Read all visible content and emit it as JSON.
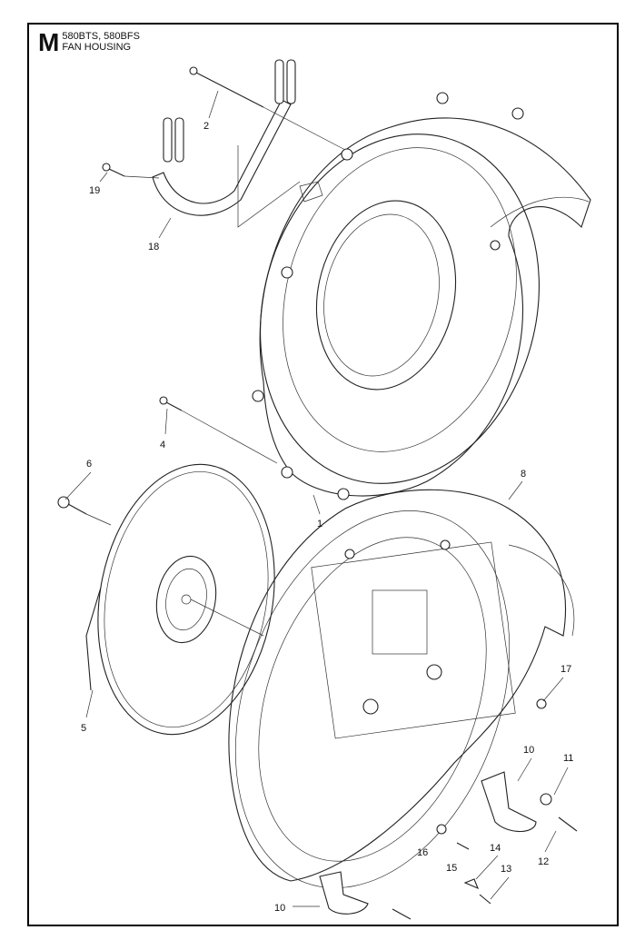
{
  "header": {
    "section_letter": "M",
    "models": "580BTS, 580BFS",
    "title": "FAN HOUSING"
  },
  "callouts": {
    "c1": "1",
    "c2": "2",
    "c4": "4",
    "c5": "5",
    "c6": "6",
    "c8": "8",
    "c10a": "10",
    "c10b": "10",
    "c11": "11",
    "c12": "12",
    "c13": "13",
    "c14": "14",
    "c15": "15",
    "c16": "16",
    "c17": "17",
    "c18": "18",
    "c19": "19"
  }
}
